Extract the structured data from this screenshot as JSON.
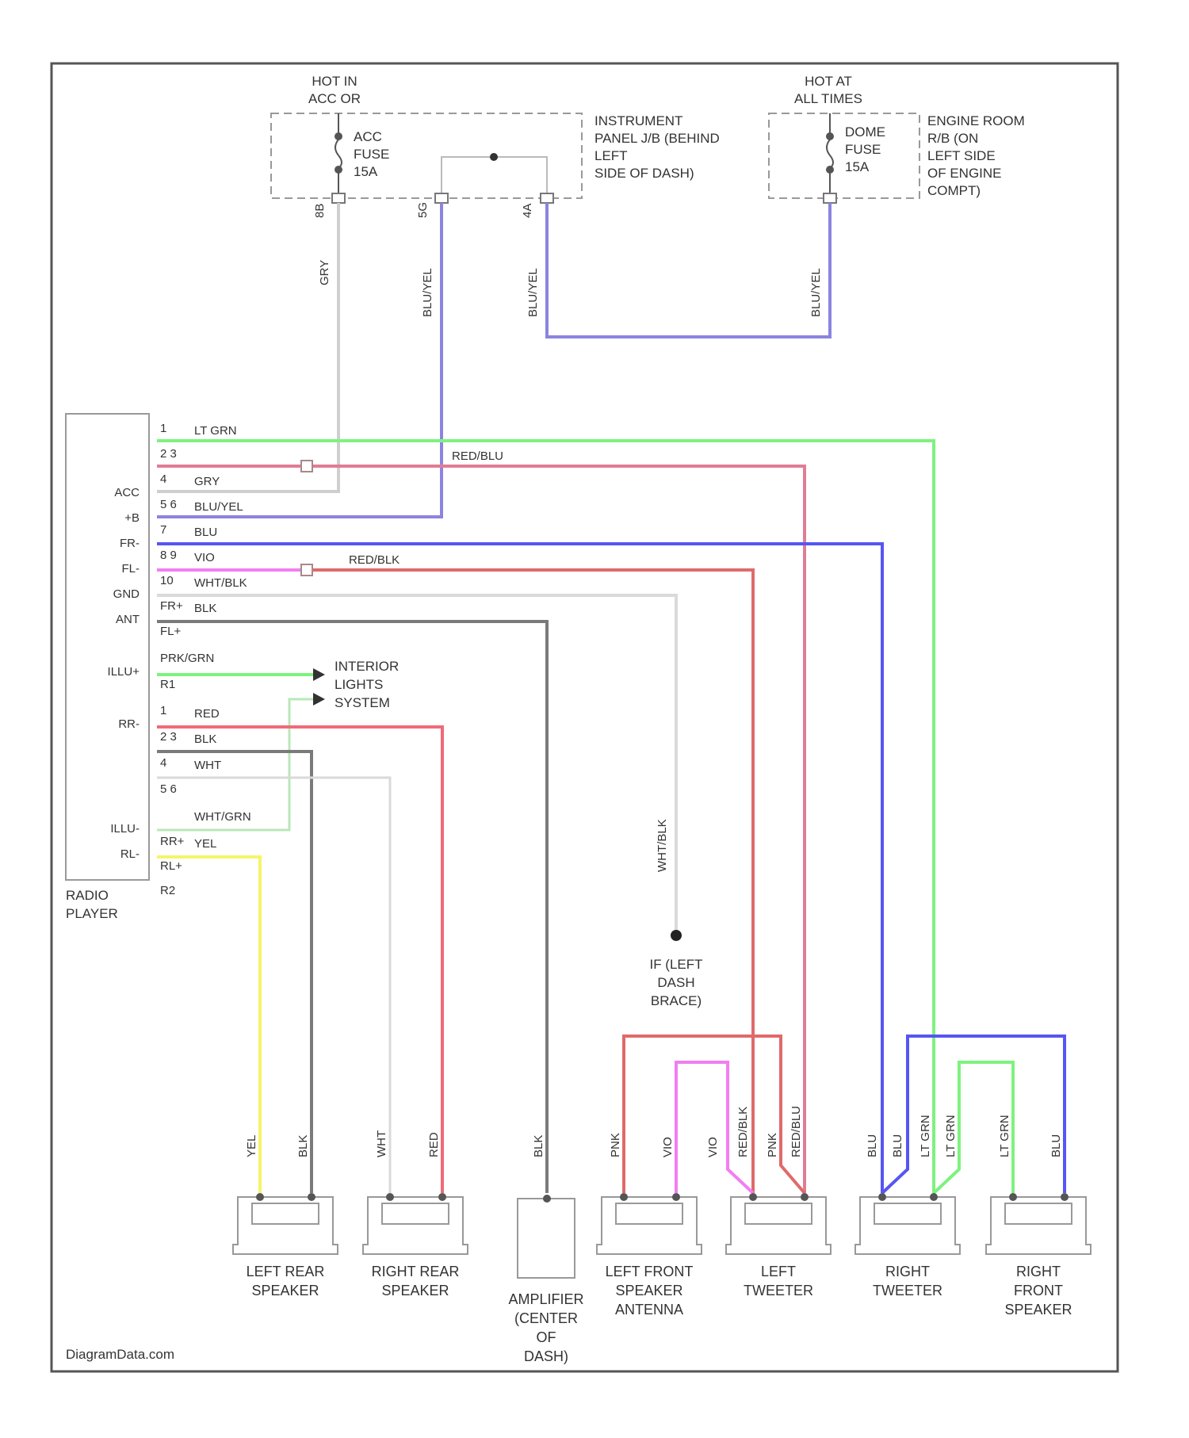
{
  "watermark": "DiagramData.com",
  "power": {
    "hot_acc_lines": [
      "HOT IN",
      "ACC OR"
    ],
    "hot_all_lines": [
      "HOT AT",
      "ALL TIMES"
    ],
    "acc_fuse_lines": [
      "ACC",
      "FUSE",
      "15A"
    ],
    "dome_fuse_lines": [
      "DOME",
      "FUSE",
      "15A"
    ],
    "ipjb_lines": [
      "INSTRUMENT",
      "PANEL J/B (BEHIND",
      "LEFT",
      "SIDE OF DASH)"
    ],
    "engine_lines": [
      "ENGINE ROOM",
      "R/B (ON",
      "LEFT SIDE",
      "OF ENGINE",
      "COMPT)"
    ],
    "pin_acc": "8B",
    "pin_b1": "5G",
    "pin_b2": "4A",
    "wire_acc": "GRY",
    "wire_b1": "BLU/YEL",
    "wire_b2": "BLU/YEL",
    "wire_b3": "BLU/YEL"
  },
  "radio": {
    "caption_lines": [
      "RADIO",
      "PLAYER"
    ],
    "side_labels": [
      "ACC",
      "+B",
      "FR-",
      "FL-",
      "GND",
      "ANT",
      "ILLU+",
      "RR-",
      "ILLU-",
      "RL-"
    ],
    "pins": [
      "1",
      "2 3",
      "4",
      "5 6",
      "7",
      "8 9",
      "10",
      "FR+",
      "FL+",
      "PRK/GRN",
      "R1",
      "1",
      "2 3",
      "4",
      "5 6",
      "RR+",
      "RL+",
      "R2"
    ],
    "wires": [
      "LT GRN",
      "RED/BLU",
      "GRY",
      "BLU/YEL",
      "BLU",
      "VIO",
      "RED/BLK",
      "WHT/BLK",
      "BLK",
      "RED",
      "BLK",
      "WHT",
      "WHT/GRN",
      "YEL"
    ]
  },
  "interior_lines": [
    "INTERIOR",
    "LIGHTS",
    "SYSTEM"
  ],
  "ground": {
    "wire": "WHT/BLK",
    "caption_lines": [
      "IF (LEFT",
      "DASH",
      "BRACE)"
    ]
  },
  "components": [
    {
      "caption_lines": [
        "LEFT REAR",
        "SPEAKER"
      ],
      "wires": [
        "YEL",
        "BLK"
      ]
    },
    {
      "caption_lines": [
        "RIGHT REAR",
        "SPEAKER"
      ],
      "wires": [
        "WHT",
        "RED"
      ]
    },
    {
      "caption_lines": [
        "AMPLIFIER",
        "(CENTER",
        "OF",
        "DASH)"
      ],
      "wires": [
        "BLK"
      ]
    },
    {
      "caption_lines": [
        "LEFT FRONT",
        "SPEAKER",
        "ANTENNA"
      ],
      "wires": [
        "PNK",
        "VIO"
      ]
    },
    {
      "caption_lines": [
        "LEFT",
        "TWEETER"
      ],
      "wires": [
        "VIO",
        "RED/BLK",
        "PNK",
        "RED/BLU"
      ]
    },
    {
      "caption_lines": [
        "RIGHT",
        "TWEETER"
      ],
      "wires": [
        "BLU",
        "BLU",
        "LT GRN",
        "LT GRN"
      ]
    },
    {
      "caption_lines": [
        "RIGHT",
        "FRONT",
        "SPEAKER"
      ],
      "wires": [
        "LT GRN",
        "BLU"
      ]
    }
  ],
  "colors": {
    "frame": "#555555",
    "dashed_box": "#999999",
    "gray_wire": "#cfcfcf",
    "blu_yel": "#8b84e0",
    "lt_grn": "#7ef27e",
    "red_blu": "#e07d95",
    "blu": "#5656f2",
    "vio": "#f27ef2",
    "red_blk": "#e06a6a",
    "blk": "#7a7a7a",
    "red": "#f06a78",
    "yel": "#f5f56a",
    "wht_grn": "#b9e7b9"
  }
}
